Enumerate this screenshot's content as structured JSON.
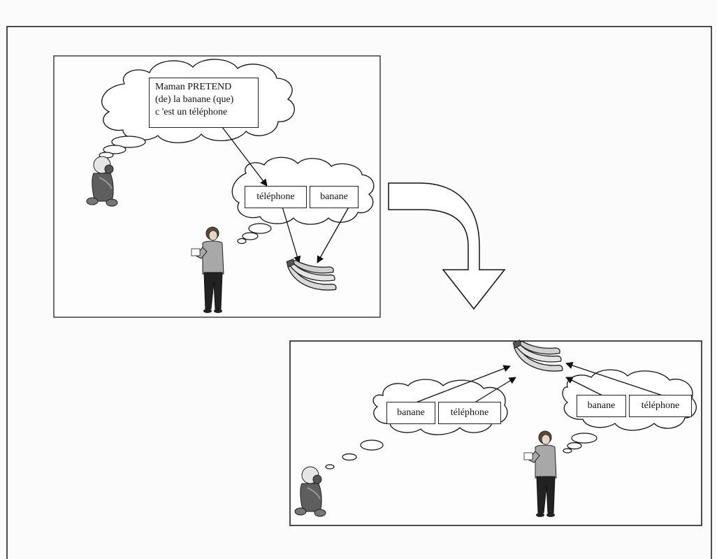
{
  "scene_top": {
    "belief_text": [
      "Maman PRETEND",
      "(de) la banane (que)",
      "c 'est un téléphone"
    ],
    "mother_cloud": [
      "téléphone",
      "banane"
    ]
  },
  "scene_bottom": {
    "child_cloud": [
      "banane",
      "téléphone"
    ],
    "mother_cloud": [
      "banane",
      "téléphone"
    ]
  },
  "colors": {
    "line": "#111111",
    "banana_fill": "#d9d9d9",
    "figure_dark": "#333333",
    "figure_mid": "#888888"
  }
}
